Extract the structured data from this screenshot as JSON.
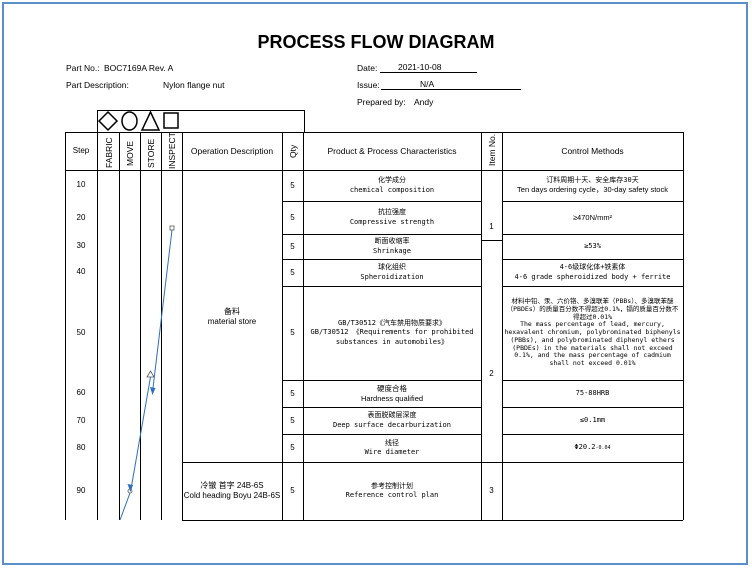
{
  "title": "PROCESS FLOW DIAGRAM",
  "header": {
    "part_no_label": "Part No.:",
    "part_no_value": "BOC7169A  Rev. A",
    "part_desc_label": "Part Description:",
    "part_desc_value": "Nylon flange nut",
    "date_label": "Date:",
    "date_value": "2021-10-08",
    "issue_label": "Issue:",
    "issue_value": "N/A",
    "prepared_label": "Prepared by:",
    "prepared_value": "Andy"
  },
  "columns": {
    "step": "Step",
    "fabric": "FABRIC",
    "move": "MOVE",
    "store": "STORE",
    "inspect": "INSPECT",
    "operation": "Operation Description",
    "qty": "Qty",
    "characteristics": "Product & Process Characteristics",
    "item_no": "Item No.",
    "control": "Control Methods"
  },
  "steps": [
    "10",
    "20",
    "30",
    "40",
    "50",
    "60",
    "70",
    "80",
    "90"
  ],
  "operations": {
    "op1_cn": "备料",
    "op1_en": "material store",
    "op2_cn": "冷镦 首字 24B-6S",
    "op2_en": "Cold heading Boyu 24B-6S"
  },
  "qty": [
    "5",
    "5",
    "5",
    "5",
    "5",
    "5",
    "5",
    "5",
    "5"
  ],
  "characteristics": [
    {
      "cn": "化学成分",
      "en": "chemical composition"
    },
    {
      "cn": "抗拉强度",
      "en": "Compressive strength"
    },
    {
      "cn": "断面收缩率",
      "en": "Shrinkage"
    },
    {
      "cn": "球化组织",
      "en": "Spheroidization"
    },
    {
      "cn": "GB/T30512《汽车禁用物质要求》",
      "en": "GB/T30512  《Requirements for prohibited substances in automobiles》"
    },
    {
      "cn": "硬度合格",
      "en": "Hardness qualified"
    },
    {
      "cn": "表面脱碳层深度",
      "en": "Deep surface decarburization"
    },
    {
      "cn": "线径",
      "en": "Wire diameter"
    },
    {
      "cn": "参考控制计划",
      "en": "Reference control plan"
    }
  ],
  "item_numbers": [
    "1",
    "2",
    "3"
  ],
  "controls": {
    "c10_cn": "订料周期十天、安全库存30天",
    "c10_en": "Ten days ordering cycle，30-day safety stock",
    "c20": "≥470N/mm²",
    "c30": "≥53%",
    "c40_cn": "4-6级球化体+铁素体",
    "c40_en": "4-6 grade spheroidized body + ferrite",
    "c50_cn": "材料中铅、汞、六价铬、多溴联苯（PBBs）、多溴联苯醚（PBDEs）的质量百分数不得超过0.1%，镉的质量百分数不得超过0.01%",
    "c50_en": "The mass percentage of lead, mercury, hexavalent chromium, polybrominated biphenyls (PBBs), and polybrominated diphenyl ethers (PBDEs) in the materials shall not exceed 0.1%, and the mass percentage of cadmium shall not exceed 0.01%",
    "c60": "75-88HRB",
    "c70": "≤0.1mm",
    "c80": "Φ20.2",
    "c80_sub": "-0.04"
  },
  "colors": {
    "frame": "#5b8fc9",
    "flow_line": "#2e6fc0"
  }
}
